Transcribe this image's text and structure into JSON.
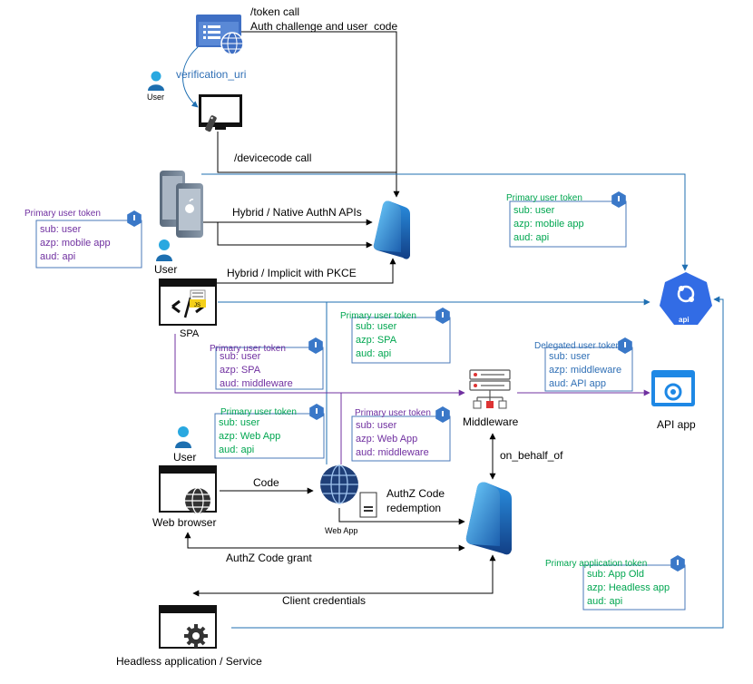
{
  "colors": {
    "purple": "#7030a0",
    "green": "#00a650",
    "blue_text": "#2f6fb5",
    "box_border": "#4a78b8",
    "arrow_black": "#000000",
    "arrow_blue": "#1f6fb2",
    "arrow_purple": "#7030a0",
    "entra_light": "#48b2f0",
    "entra_dark": "#1c5fae",
    "api_blue": "#326ce5"
  },
  "labels": {
    "token_call": "/token call",
    "auth_challenge": "Auth challenge and user_code",
    "verification_uri": "verification_uri",
    "devicecode_call": "/devicecode call",
    "hybrid_native": "Hybrid / Native AuthN APIs",
    "hybrid_implicit": "Hybrid / Implicit with PKCE",
    "code": "Code",
    "authz_code_redemption_1": "AuthZ Code",
    "authz_code_redemption_2": "redemption",
    "authz_code_grant": "AuthZ Code grant",
    "client_credentials": "Client credentials",
    "on_behalf_of": "on_behalf_of"
  },
  "nodes": {
    "user_top": "User",
    "user_mobile": "User",
    "spa": "SPA",
    "user_web": "User",
    "web_browser": "Web browser",
    "web_app": "Web App",
    "middleware": "Middleware",
    "api_app": "API app",
    "api_badge": "api",
    "headless": "Headless application / Service",
    "js_badge": "JS"
  },
  "tokens": [
    {
      "title": "Primary user token",
      "lines": [
        "sub: user",
        "azp: mobile app",
        "aud: api"
      ],
      "color": "purple"
    },
    {
      "title": "Primary user token",
      "lines": [
        "sub: user",
        "azp: mobile app",
        "aud: api"
      ],
      "color": "green"
    },
    {
      "title": "Primary user token",
      "lines": [
        "sub: user",
        "azp: SPA",
        "aud: api"
      ],
      "color": "green"
    },
    {
      "title": "Primary user token",
      "lines": [
        "sub: user",
        "azp: SPA",
        "aud: middleware"
      ],
      "color": "purple"
    },
    {
      "title": "Delegated user token",
      "lines": [
        "sub: user",
        "azp: middleware",
        "aud: API app"
      ],
      "color": "blue_text"
    },
    {
      "title": "Primary user token",
      "lines": [
        "sub: user",
        "azp: Web App",
        "aud: api"
      ],
      "color": "green"
    },
    {
      "title": "Primary user token",
      "lines": [
        "sub: user",
        "azp: Web App",
        "aud: middleware"
      ],
      "color": "purple"
    },
    {
      "title": "Primary application  token",
      "lines": [
        "sub: App Old",
        "azp: Headless app",
        "aud: api"
      ],
      "color": "green"
    }
  ]
}
